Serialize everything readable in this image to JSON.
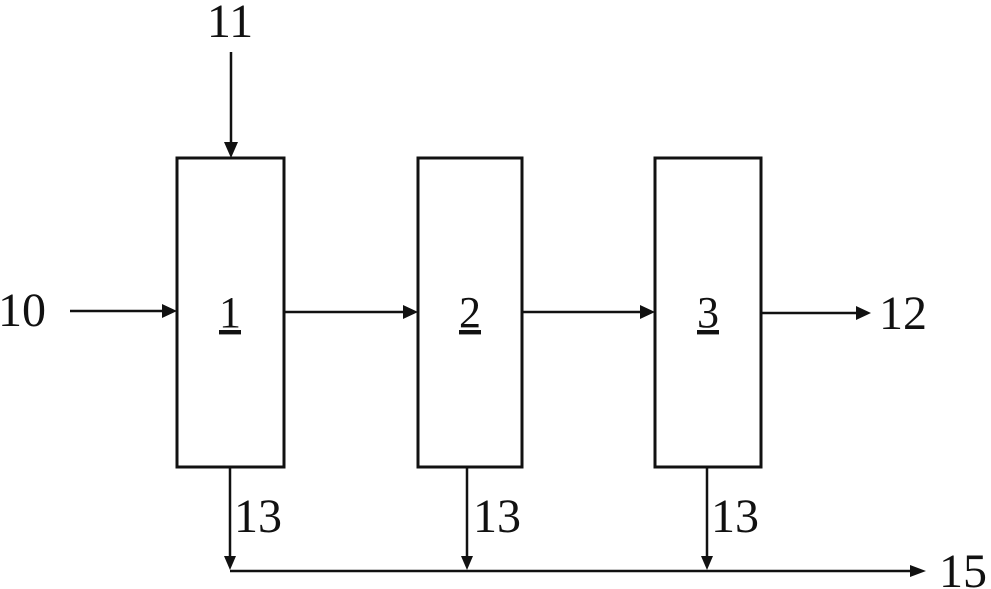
{
  "diagram": {
    "stages": [
      {
        "id": "1",
        "label": "1"
      },
      {
        "id": "2",
        "label": "2"
      },
      {
        "id": "3",
        "label": "3"
      }
    ],
    "streams": {
      "feed_top": "11",
      "feed_left": "10",
      "product_right": "12",
      "bottom_stage_1": "13",
      "bottom_stage_2": "13",
      "bottom_stage_3": "13",
      "collected_bottom": "15"
    },
    "colors": {
      "stroke": "#111111",
      "background": "#ffffff"
    }
  }
}
